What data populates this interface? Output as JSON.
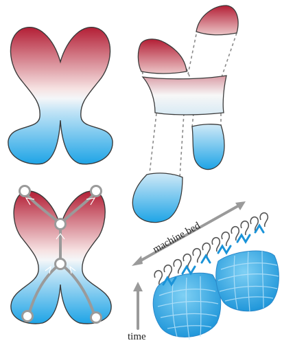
{
  "labels": {
    "machine_bed": "machine bed",
    "time": "time"
  },
  "colors": {
    "top_red": "#b31e35",
    "mid_white": "#f4f4f4",
    "bottom_blue": "#1ea4e6",
    "outline": "#3a3a3a",
    "arrow_gray": "#9a9a9a",
    "dash_gray": "#8a8a8a"
  },
  "panels": [
    "x-shape",
    "exploded-pieces",
    "skeleton-graph",
    "knitted-result"
  ]
}
